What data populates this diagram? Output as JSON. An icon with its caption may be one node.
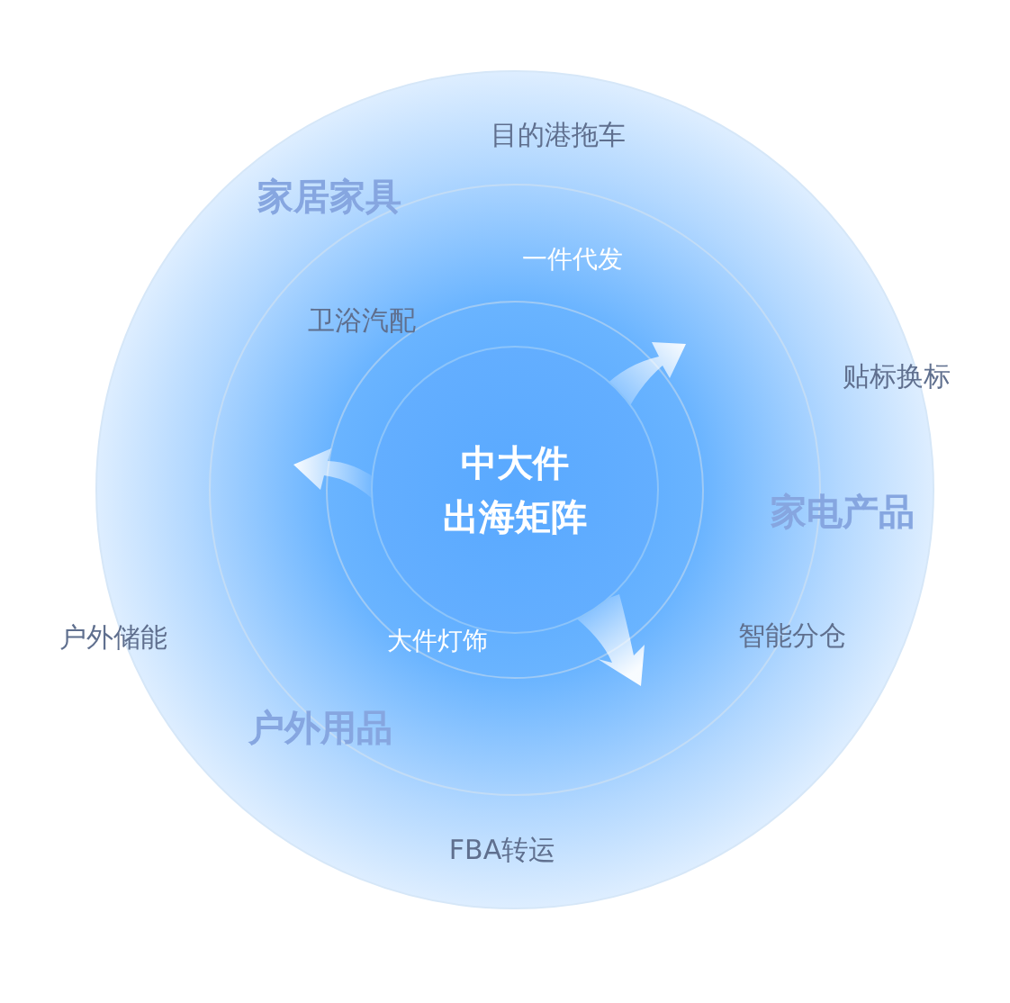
{
  "diagram": {
    "nodes": [
      {
        "text": [
          "中大件",
          "出海矩阵"
        ]
      }
    ],
    "labels": [
      "目的港拖车",
      "家居家具",
      "一件代发",
      "卫浴汽配",
      "贴标换标",
      "家电产品",
      "户外储能",
      "智能分仓",
      "大件灯饰",
      "户外用品",
      "FBA转运"
    ]
  }
}
